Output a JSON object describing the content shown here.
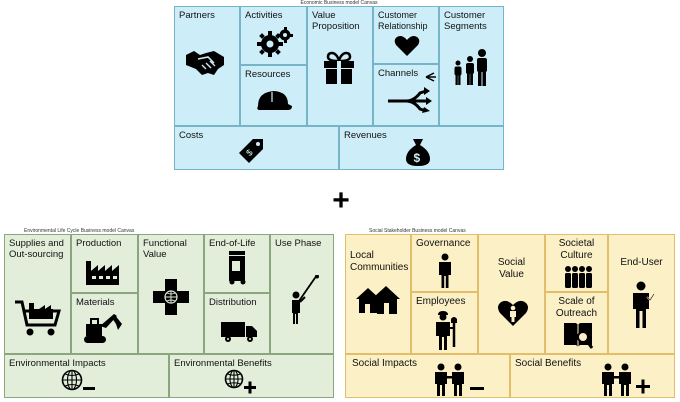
{
  "plus_sign": "+",
  "economic": {
    "title": "Economic Business model Canvas",
    "cells": {
      "partners": "Partners",
      "activities": "Activities",
      "resources": "Resources",
      "value_proposition": "Value Proposition",
      "customer_relationship": "Customer Relationship",
      "channels": "Channels",
      "customer_segments": "Customer Segments",
      "costs": "Costs",
      "revenues": "Revenues"
    }
  },
  "environmental": {
    "title": "Environmental Life Cycle Business model Canvas",
    "cells": {
      "supplies": "Supplies and Out-sourcing",
      "production": "Production",
      "materials": "Materials",
      "functional_value": "Functional Value",
      "end_of_life": "End-of-Life",
      "distribution": "Distribution",
      "use_phase": "Use Phase",
      "environmental_impacts": "Environmental Impacts",
      "environmental_benefits": "Environmental Benefits"
    }
  },
  "social": {
    "title": "Social Stakeholder Business model Canvas",
    "cells": {
      "local_communities": "Local Communities",
      "governance": "Governance",
      "employees": "Employees",
      "social_value": "Social Value",
      "societal_culture": "Societal Culture",
      "scale_of_outreach": "Scale of Outreach",
      "end_user": "End-User",
      "social_impacts": "Social Impacts",
      "social_benefits": "Social Benefits"
    }
  },
  "icons": [
    "handshake-icon",
    "gears-icon",
    "hardhat-icon",
    "gift-icon",
    "heart-icon",
    "channels-arrows-icon",
    "family-icon",
    "price-tag-icon",
    "money-bag-icon",
    "cart-icon",
    "factory-icon",
    "excavator-icon",
    "cross-globe-icon",
    "trash-bin-icon",
    "truck-icon",
    "person-broom-icon",
    "globe-minus-icon",
    "globe-plus-icon",
    "houses-icon",
    "person-icon",
    "worker-icon",
    "heart-person-icon",
    "group-icon",
    "book-magnifier-icon",
    "user-check-icon",
    "people-minus-icon",
    "people-plus-icon"
  ]
}
